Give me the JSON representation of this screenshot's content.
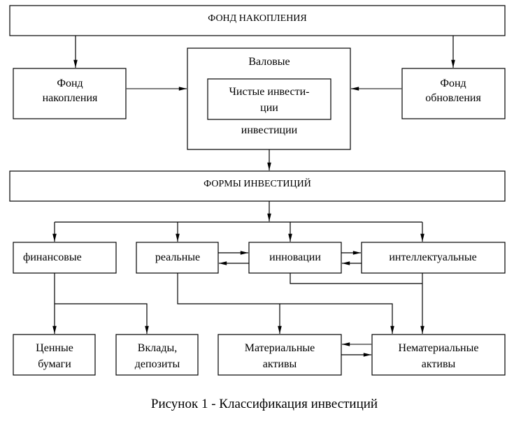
{
  "diagram": {
    "nodes": {
      "fund_top": {
        "label": "ФОНД НАКОПЛЕНИЯ"
      },
      "fund_accum": {
        "lines": [
          "Фонд",
          "накопления"
        ]
      },
      "gross": {
        "label_top": "Валовые",
        "label_bottom": "инвестиции"
      },
      "net": {
        "lines": [
          "Чистые инвести-",
          "ции"
        ]
      },
      "fund_renew": {
        "lines": [
          "Фонд",
          "обновления"
        ]
      },
      "forms": {
        "label": "ФОРМЫ ИНВЕСТИЦИЙ"
      },
      "financial": {
        "label": "финансовые"
      },
      "real": {
        "label": "реальные"
      },
      "innovation": {
        "label": "инновации"
      },
      "intellectual": {
        "label": "интеллектуальные"
      },
      "securities": {
        "lines": [
          "Ценные",
          "бумаги"
        ]
      },
      "deposits": {
        "lines": [
          "Вклады,",
          "депозиты"
        ]
      },
      "tangible": {
        "lines": [
          "Материальные",
          "активы"
        ]
      },
      "intangible": {
        "lines": [
          "Нематериальные",
          "активы"
        ]
      }
    },
    "edges": [
      {
        "from": "fund_top",
        "to": "fund_accum"
      },
      {
        "from": "fund_top",
        "to": "fund_renew"
      },
      {
        "from": "fund_accum",
        "to": "gross"
      },
      {
        "from": "fund_renew",
        "to": "gross"
      },
      {
        "from": "gross",
        "to": "forms"
      },
      {
        "from": "forms",
        "to": "financial"
      },
      {
        "from": "forms",
        "to": "real"
      },
      {
        "from": "forms",
        "to": "innovation"
      },
      {
        "from": "forms",
        "to": "intellectual"
      },
      {
        "from": "real",
        "to": "innovation"
      },
      {
        "from": "innovation",
        "to": "real"
      },
      {
        "from": "innovation",
        "to": "intellectual"
      },
      {
        "from": "intellectual",
        "to": "innovation"
      },
      {
        "from": "financial",
        "to": "securities"
      },
      {
        "from": "financial",
        "to": "deposits"
      },
      {
        "from": "real",
        "to": "tangible"
      },
      {
        "from": "real",
        "to": "intangible"
      },
      {
        "from": "innovation",
        "to": "intangible"
      },
      {
        "from": "intellectual",
        "to": "intangible"
      },
      {
        "from": "tangible",
        "to": "intangible"
      },
      {
        "from": "intangible",
        "to": "tangible"
      }
    ]
  },
  "caption": "Рисунок 1 - Классификация инвестиций"
}
